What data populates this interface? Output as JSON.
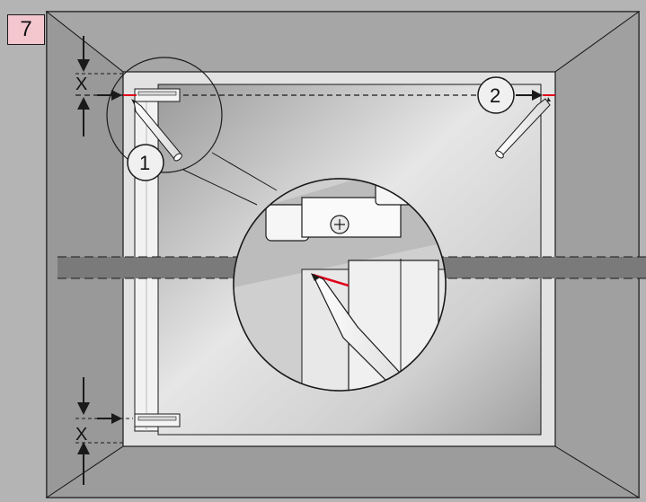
{
  "step_number": "7",
  "callouts": {
    "left": "1",
    "right": "2"
  },
  "dimension_labels": {
    "top": "X",
    "bottom": "X"
  },
  "colors": {
    "background": "#b4b4b4",
    "frame_wall": "#8c8c8c",
    "reveal": "#dadada",
    "glass": "#c8c8c8",
    "marker": "#e0001a",
    "badge": "#f4c7cf"
  },
  "icons": [
    "pencil-icon",
    "mounting-bracket-icon",
    "magnifier-circle-icon",
    "arrow-icon"
  ]
}
